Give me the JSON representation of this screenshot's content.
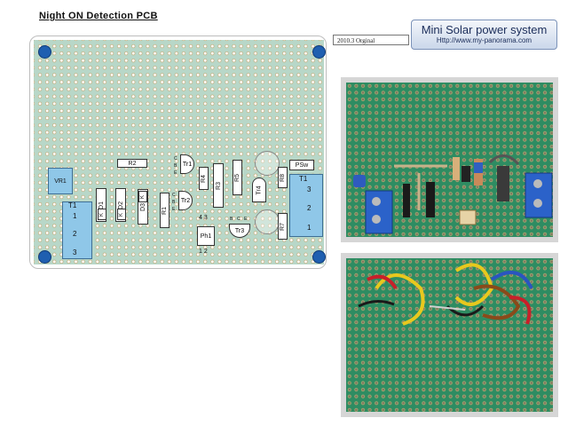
{
  "title": "Night ON Detection PCB",
  "date_label": "2010.3  Orginal",
  "brand": {
    "title": "Mini Solar power system",
    "url": "Http://www.my-panorama.com"
  },
  "components": {
    "vr1": "VR1",
    "t1_left": "T1",
    "t1_right": "T1",
    "d1": "D1",
    "d2": "D2",
    "d3": "D3",
    "k1": "K",
    "k2": "K",
    "k3": "K",
    "r1": "R1",
    "r2": "R2",
    "r3": "R3",
    "r4": "R4",
    "r5": "R5",
    "r7": "R7",
    "r8": "R8",
    "tr1": "Tr1",
    "tr2": "Tr2",
    "tr3": "Tr3",
    "tr4": "Tr4",
    "ph1": "Ph1",
    "psw": "PSw"
  },
  "terminals_left": [
    "1",
    "2",
    "3"
  ],
  "terminals_right": [
    "3",
    "2",
    "1"
  ],
  "ph1_pins": {
    "top": "4   3",
    "bottom": "1   2"
  },
  "pin_letters": {
    "b": "B",
    "e": "E",
    "c": "C"
  },
  "colors": {
    "board": "#b8d7c8",
    "corner_hole": "#1f5fb0",
    "terminal": "#8fc7e8",
    "photo_board": "#2e8c62"
  }
}
